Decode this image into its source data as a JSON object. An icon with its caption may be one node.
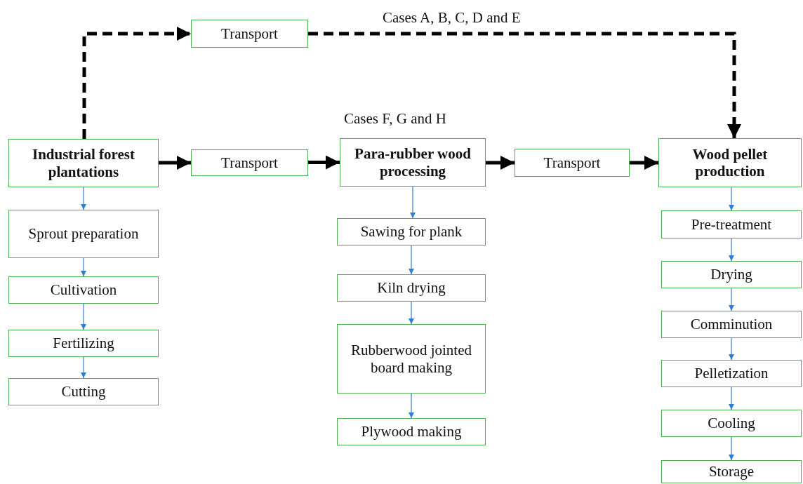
{
  "diagram": {
    "nodes": [
      {
        "text": [
          "Transport"
        ]
      },
      {
        "text": [
          "Industrial forest plantations"
        ]
      },
      {
        "text": [
          "Transport"
        ]
      },
      {
        "text": [
          "Para-rubber wood processing"
        ]
      },
      {
        "text": [
          "Transport"
        ]
      },
      {
        "text": [
          "Wood pellet production"
        ]
      },
      {
        "text": [
          "Sprout preparation"
        ]
      },
      {
        "text": [
          "Cultivation"
        ]
      },
      {
        "text": [
          "Fertilizing"
        ]
      },
      {
        "text": [
          "Cutting"
        ]
      },
      {
        "text": [
          "Sawing for plank"
        ]
      },
      {
        "text": [
          "Kiln drying"
        ]
      },
      {
        "text": [
          "Rubberwood jointed board making"
        ]
      },
      {
        "text": [
          "Plywood making"
        ]
      },
      {
        "text": [
          "Pre-treatment"
        ]
      },
      {
        "text": [
          "Drying"
        ]
      },
      {
        "text": [
          "Comminution"
        ]
      },
      {
        "text": [
          "Pelletization"
        ]
      },
      {
        "text": [
          "Cooling"
        ]
      },
      {
        "text": [
          "Storage"
        ]
      }
    ],
    "edges": [
      {
        "from": 1,
        "to": 0,
        "arrow": "to",
        "style": "dashed",
        "color": "#000000"
      },
      {
        "from": 0,
        "to": 5,
        "arrow": "to",
        "style": "dashed",
        "color": "#000000"
      },
      {
        "from": 1,
        "to": 2,
        "arrow": "to",
        "style": "thick",
        "color": "#000000"
      },
      {
        "from": 2,
        "to": 3,
        "arrow": "to",
        "style": "thick",
        "color": "#000000"
      },
      {
        "from": 3,
        "to": 4,
        "arrow": "to",
        "style": "thick",
        "color": "#000000"
      },
      {
        "from": 4,
        "to": 5,
        "arrow": "to",
        "style": "thick",
        "color": "#000000"
      },
      {
        "from": 1,
        "to": 6,
        "arrow": "to"
      },
      {
        "from": 6,
        "to": 7,
        "arrow": "to"
      },
      {
        "from": 7,
        "to": 8,
        "arrow": "to"
      },
      {
        "from": 8,
        "to": 9,
        "arrow": "to"
      },
      {
        "from": 3,
        "to": 10,
        "arrow": "to"
      },
      {
        "from": 10,
        "to": 11,
        "arrow": "to"
      },
      {
        "from": 11,
        "to": 12,
        "arrow": "to"
      },
      {
        "from": 12,
        "to": 13,
        "arrow": "to"
      },
      {
        "from": 5,
        "to": 14,
        "arrow": "to"
      },
      {
        "from": 14,
        "to": 15,
        "arrow": "to"
      },
      {
        "from": 15,
        "to": 16,
        "arrow": "to"
      },
      {
        "from": 16,
        "to": 17,
        "arrow": "to"
      },
      {
        "from": 17,
        "to": 18,
        "arrow": "to"
      },
      {
        "from": 18,
        "to": 19,
        "arrow": "to"
      }
    ],
    "labels": [
      "Cases A, B, C, D and E",
      "Cases F, G and H"
    ]
  }
}
